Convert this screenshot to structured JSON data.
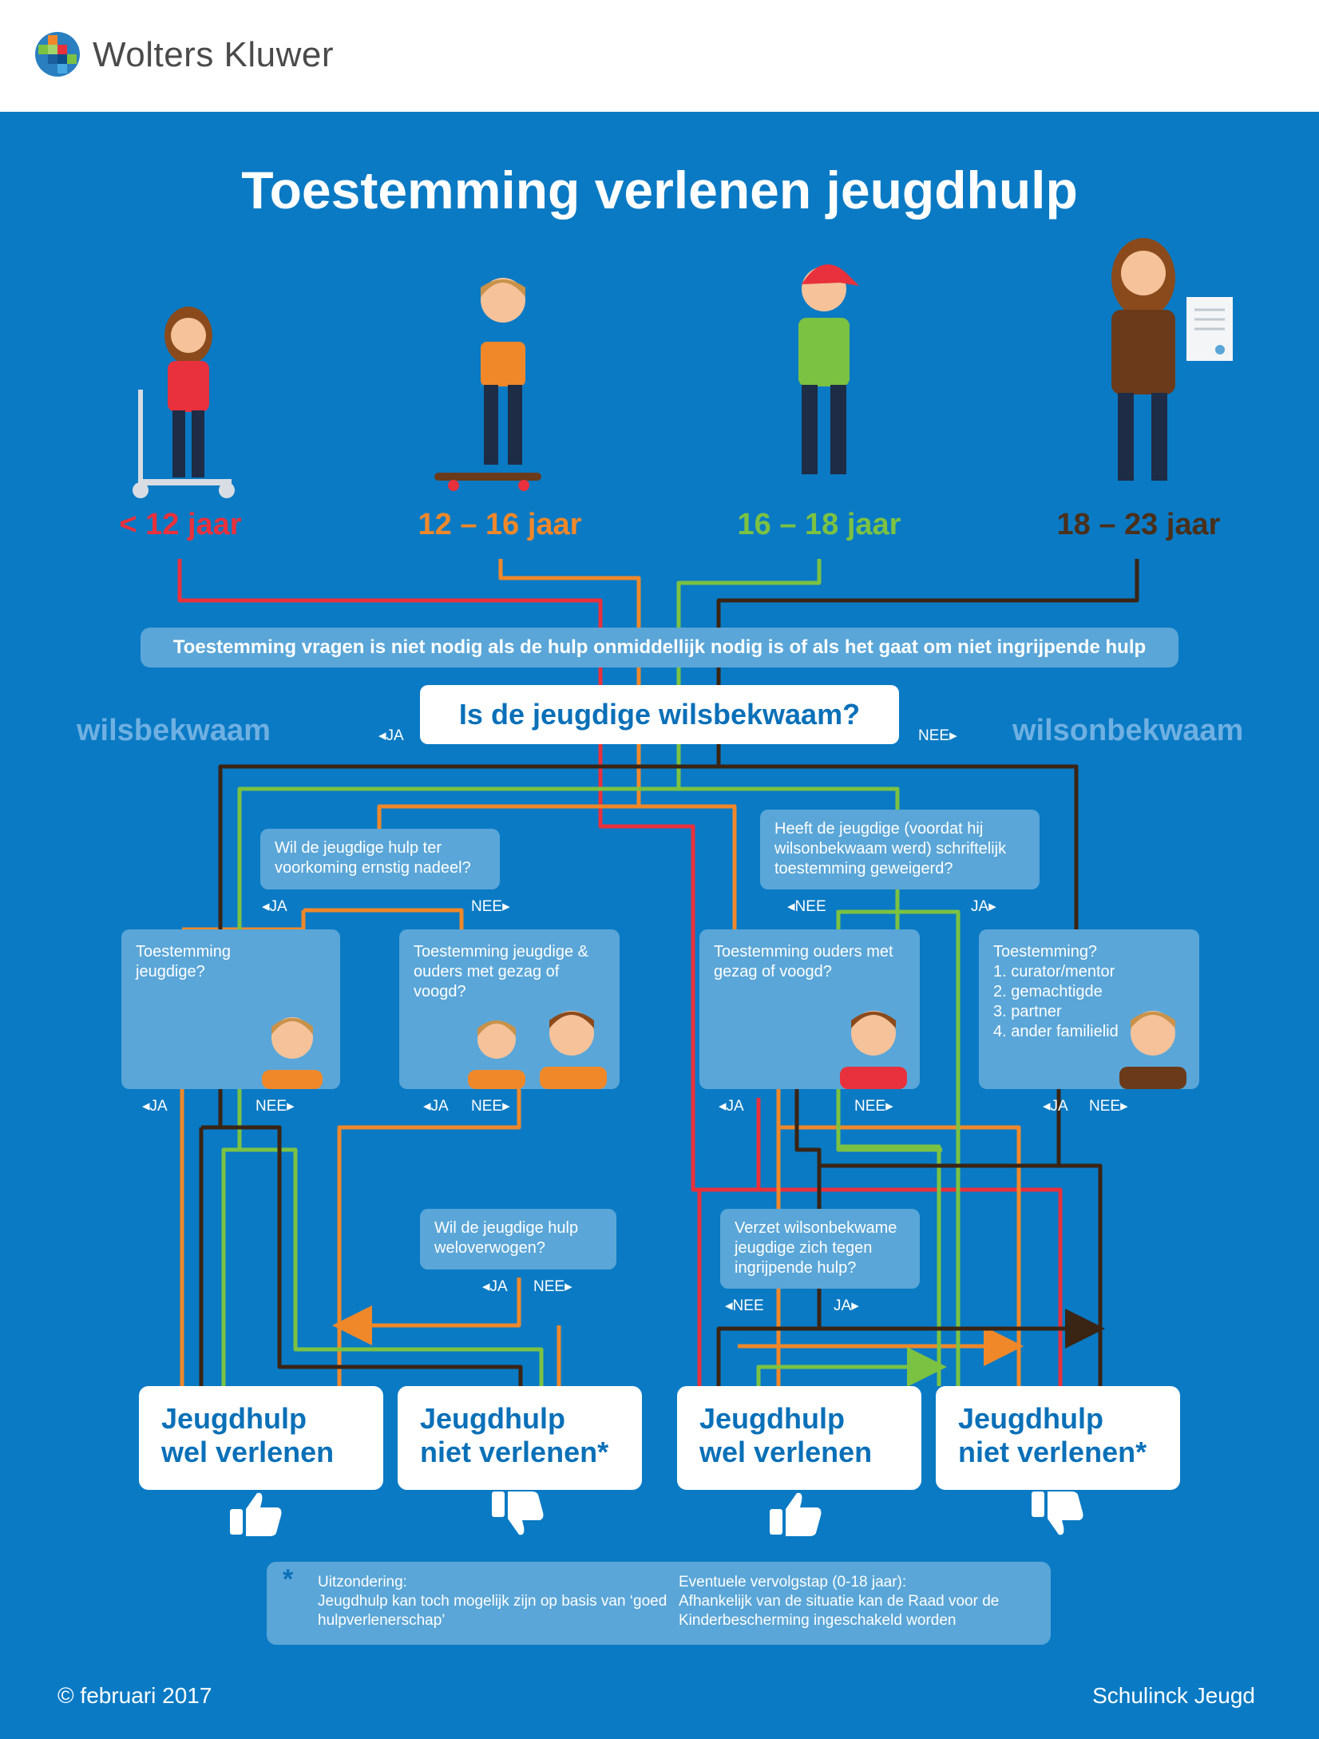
{
  "brand": {
    "name": "Wolters Kluwer"
  },
  "title": "Toestemming verlenen jeugdhulp",
  "ages": [
    {
      "label": "< 12 jaar",
      "color": "#e8313c"
    },
    {
      "label": "12 – 16 jaar",
      "color": "#f0882a"
    },
    {
      "label": "16 – 18 jaar",
      "color": "#7cc242"
    },
    {
      "label": "18 – 23 jaar",
      "color": "#4a2f1a"
    }
  ],
  "note": "Toestemming vragen is niet nodig als de hulp onmiddellijk nodig is of als het gaat om niet ingrijpende hulp",
  "main_question": "Is de jeugdige wilsbekwaam?",
  "sides": {
    "left": "wilsbekwaam",
    "right": "wilsonbekwaam"
  },
  "labels": {
    "yes": "JA",
    "no": "NEE"
  },
  "questions": {
    "nadeel": "Wil de jeugdige hulp ter voorkoming ernstig nadeel?",
    "geweigerd": "Heeft de jeugdige (voordat hij wilsonbekwaam werd) schriftelijk toestemming geweigerd?",
    "weloverwogen": "Wil de jeugdige hulp weloverwogen?",
    "verzet": "Verzet wilsonbekwame jeugdige zich tegen ingrijpende hulp?"
  },
  "consent": {
    "jeugdige": "Toestemming jeugdige?",
    "jeugdige_ouders": "Toestemming jeugdige & ouders met gezag of voogd?",
    "ouders": "Toestemming ouders met gezag of voogd?",
    "anders_title": "Toestemming?",
    "anders_items": [
      "1. curator/mentor",
      "2. gemachtigde",
      "3. partner",
      "4. ander familielid"
    ]
  },
  "results": {
    "wel_1": "Jeugdhulp",
    "wel_2": "wel verlenen",
    "niet_1": "Jeugdhulp",
    "niet_2": "niet verlenen*"
  },
  "footnote": {
    "asterisk": "*",
    "uitzondering_title": "Uitzondering:",
    "uitzondering_text": "Jeugdhulp kan toch mogelijk zijn op basis van ‘goed hulpverlenerschap’",
    "vervolg_title": "Eventuele vervolgstap (0-18 jaar):",
    "vervolg_text": "Afhankelijk van de situatie kan de Raad voor de Kinderbescherming ingeschakeld worden"
  },
  "footer": {
    "left": "© februari 2017",
    "right": "Schulinck Jeugd"
  },
  "icons": [
    "thumbs-up-icon",
    "thumbs-down-icon"
  ]
}
